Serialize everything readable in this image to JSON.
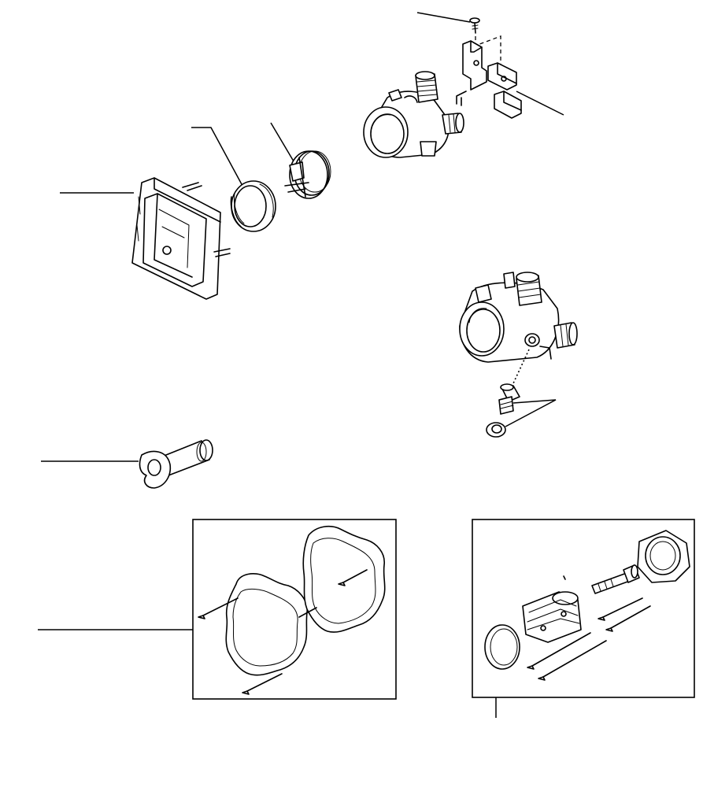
{
  "diagram": {
    "type": "exploded-parts-diagram",
    "parts": [
      {
        "id": "mounting-screw",
        "icon": "screw-icon"
      },
      {
        "id": "mounting-bracket",
        "icon": "bracket-icon"
      },
      {
        "id": "valve-body-front-view",
        "icon": "valve-body-icon"
      },
      {
        "id": "plaster-guard-ring",
        "icon": "ring-icon"
      },
      {
        "id": "test-cap",
        "icon": "cap-icon"
      },
      {
        "id": "mounting-frame",
        "icon": "frame-icon"
      },
      {
        "id": "valve-body-side-view",
        "icon": "valve-body-icon"
      },
      {
        "id": "stop-cartridge-and-cap",
        "icon": "cartridge-icon"
      },
      {
        "id": "handle-extension",
        "icon": "extension-icon"
      },
      {
        "id": "gasket-kit",
        "icon": "gasket-icon"
      },
      {
        "id": "cartridge-extension-kit",
        "icon": "kit-icon"
      }
    ],
    "labels": []
  }
}
